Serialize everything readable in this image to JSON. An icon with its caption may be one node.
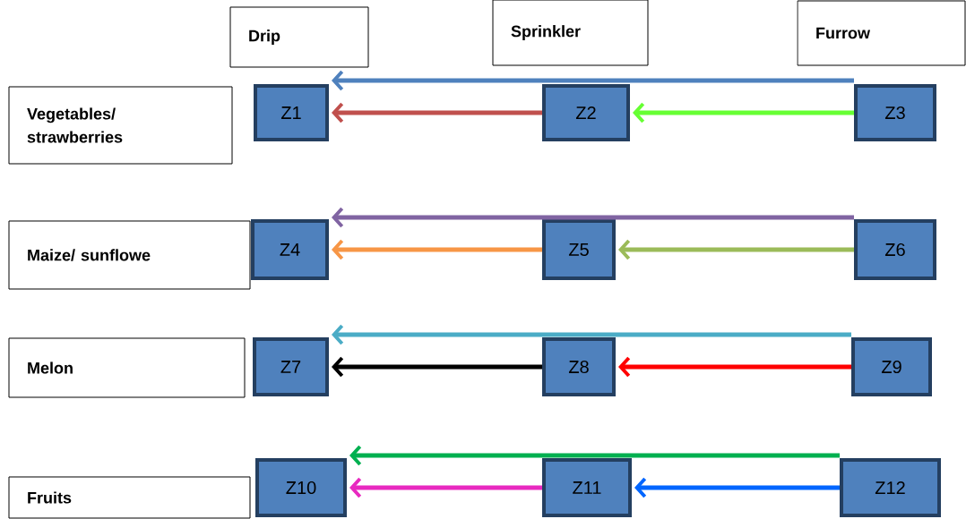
{
  "diagram": {
    "nodes": [
      {
        "text": [
          "Drip"
        ]
      },
      {
        "text": [
          "Sprinkler"
        ]
      },
      {
        "text": [
          "Furrow"
        ]
      },
      {
        "text": [
          "Vegetables/ strawberries"
        ]
      },
      {
        "text": [
          "Z1"
        ]
      },
      {
        "text": [
          "Z2"
        ]
      },
      {
        "text": [
          "Z3"
        ]
      },
      {
        "text": [
          "Maize/ sunflowe"
        ]
      },
      {
        "text": [
          "Z4"
        ]
      },
      {
        "text": [
          "Z5"
        ]
      },
      {
        "text": [
          "Z6"
        ]
      },
      {
        "text": [
          "Melon"
        ]
      },
      {
        "text": [
          "Z7"
        ]
      },
      {
        "text": [
          "Z8"
        ]
      },
      {
        "text": [
          "Z9"
        ]
      },
      {
        "text": [
          "Fruits"
        ]
      },
      {
        "text": [
          "Z10"
        ]
      },
      {
        "text": [
          "Z11"
        ]
      },
      {
        "text": [
          "Z12"
        ]
      }
    ],
    "edges": [
      {
        "from": 6,
        "to": 4,
        "arrow": "to",
        "color": "#4f81bd"
      },
      {
        "from": 5,
        "to": 4,
        "arrow": "to",
        "color": "#c0504d"
      },
      {
        "from": 6,
        "to": 5,
        "arrow": "to",
        "color": "#66ff33"
      },
      {
        "from": 10,
        "to": 8,
        "arrow": "to",
        "color": "#8064a2"
      },
      {
        "from": 9,
        "to": 8,
        "arrow": "to",
        "color": "#f79646"
      },
      {
        "from": 10,
        "to": 9,
        "arrow": "to",
        "color": "#9bbb59"
      },
      {
        "from": 14,
        "to": 12,
        "arrow": "to",
        "color": "#4bacc6"
      },
      {
        "from": 13,
        "to": 12,
        "arrow": "to",
        "color": "#000000"
      },
      {
        "from": 14,
        "to": 13,
        "arrow": "to",
        "color": "#ff0000"
      },
      {
        "from": 18,
        "to": 16,
        "arrow": "to",
        "color": "#00b050"
      },
      {
        "from": 17,
        "to": 16,
        "arrow": "to",
        "color": "#e829c0"
      },
      {
        "from": 18,
        "to": 17,
        "arrow": "to",
        "color": "#0066ff"
      }
    ]
  }
}
